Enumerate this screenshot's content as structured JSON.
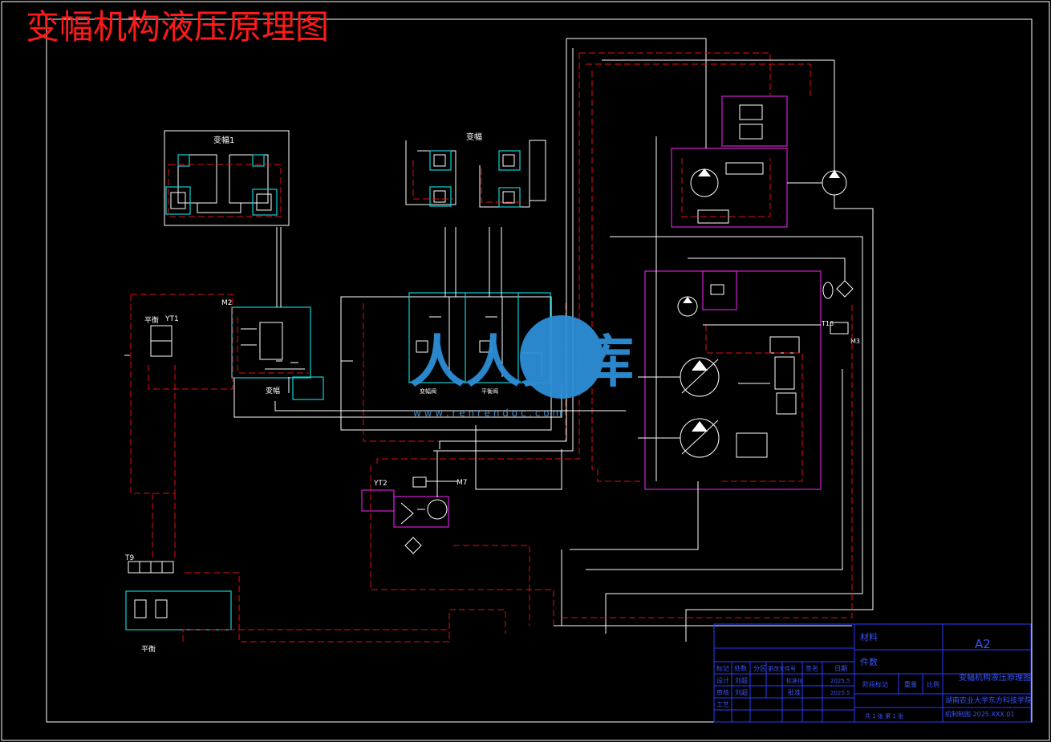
{
  "title": "变幅机构液压原理图",
  "labels": {
    "luffing1": "变幅1",
    "luffing": "变幅",
    "luffing_valve": "变幅",
    "level1": "平衡",
    "level2": "平衡",
    "yt1": "YT1",
    "yt2": "YT2",
    "m2": "M2",
    "t16": "T16",
    "m3": "M3",
    "m7": "M7",
    "t9": "T9",
    "valve_left": "变幅阀",
    "valve_right": "平衡阀"
  },
  "title_block": {
    "sheet_size": "A2",
    "drawing_name": "变幅机构液压原理图",
    "material_label": "材料",
    "weight_label": "件数",
    "scale_label": "比例",
    "school": "湖南农业大学东方科技学院",
    "drawing_no": "机制制图 2025.XXX.01",
    "header_cells": [
      "标记",
      "处数",
      "分区",
      "更改文件号",
      "签名",
      "日期"
    ],
    "rows": [
      {
        "role": "设计",
        "name": "刘超",
        "date": "2025.5"
      },
      {
        "role": "审核",
        "name": "刘超",
        "date": "2025.5"
      },
      {
        "role": "工艺",
        "name": "",
        "date": ""
      }
    ],
    "std_label": "标准化",
    "approve_label": "批准",
    "stage_cells": [
      "阶段标记",
      "重量",
      "比例"
    ],
    "sheets": "共 1 张  第 1 张"
  },
  "watermark": {
    "brand": "人人文库",
    "url": "w w w . r e n r e n d o c . c o m"
  },
  "colors": {
    "title": "#ff1a1a",
    "frame": "#ffffff",
    "title_block": "#2a3cff",
    "pressure_line": "#e01010",
    "cyan_group": "#10d0d8",
    "magenta_group": "#d020d0",
    "watermark": "#2d8fd6"
  }
}
